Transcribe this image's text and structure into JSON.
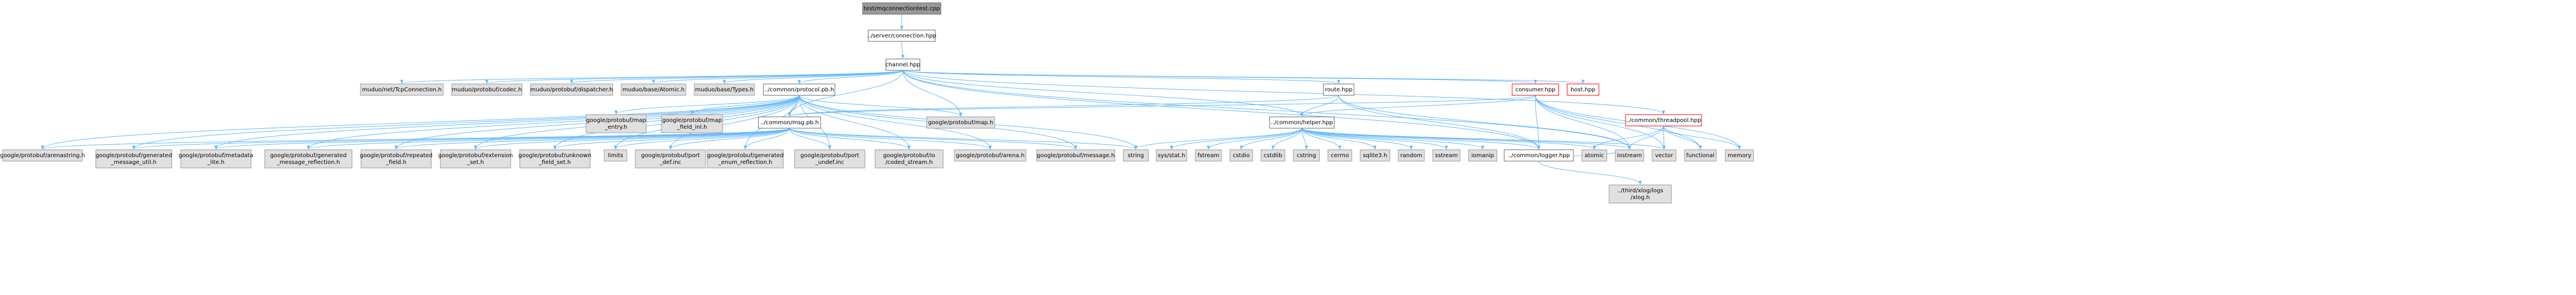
{
  "colors": {
    "edge": "#63b8ff",
    "root_fill": "#999999",
    "local_fill": "#ffffff",
    "local_stroke": "#666666",
    "system_fill": "#e0e0e0",
    "system_stroke": "#999999",
    "missing_stroke": "#ff0000"
  },
  "nodes": [
    {
      "id": "root",
      "kind": "root",
      "lines": [
        "test/mqconnectiontest.cpp"
      ]
    },
    {
      "id": "srvconn",
      "kind": "local",
      "lines": [
        "../server/connection.hpp"
      ]
    },
    {
      "id": "channel",
      "kind": "local",
      "lines": [
        "channel.hpp"
      ]
    },
    {
      "id": "tcpconn",
      "kind": "system",
      "lines": [
        "muduo/net/TcpConnection.h"
      ]
    },
    {
      "id": "codec",
      "kind": "system",
      "lines": [
        "muduo/protobuf/codec.h"
      ]
    },
    {
      "id": "dispatcher",
      "kind": "system",
      "lines": [
        "muduo/protobuf/dispatcher.h"
      ]
    },
    {
      "id": "atomic_h",
      "kind": "system",
      "lines": [
        "muduo/base/Atomic.h"
      ]
    },
    {
      "id": "types",
      "kind": "system",
      "lines": [
        "muduo/base/Types.h"
      ]
    },
    {
      "id": "protocol",
      "kind": "local",
      "lines": [
        "../common/protocol.pb.h"
      ]
    },
    {
      "id": "route",
      "kind": "local",
      "lines": [
        "route.hpp"
      ]
    },
    {
      "id": "consumer",
      "kind": "missing",
      "lines": [
        "consumer.hpp"
      ]
    },
    {
      "id": "host",
      "kind": "missing",
      "lines": [
        "host.hpp"
      ]
    },
    {
      "id": "threadpool",
      "kind": "missing",
      "lines": [
        "../common/threadpool.hpp"
      ]
    },
    {
      "id": "mapentry",
      "kind": "system",
      "lines": [
        "google/protobuf/map",
        "_entry.h"
      ]
    },
    {
      "id": "mapfieldinl",
      "kind": "system",
      "lines": [
        "google/protobuf/map",
        "_field_inl.h"
      ]
    },
    {
      "id": "pbmap",
      "kind": "system",
      "lines": [
        "google/protobuf/map.h"
      ]
    },
    {
      "id": "msg",
      "kind": "local",
      "lines": [
        "../common/msg.pb.h"
      ]
    },
    {
      "id": "helper",
      "kind": "local",
      "lines": [
        "../common/helper.hpp"
      ]
    },
    {
      "id": "arenastring",
      "kind": "system",
      "lines": [
        "google/protobuf/arenastring.h"
      ]
    },
    {
      "id": "genmsgutil",
      "kind": "system",
      "lines": [
        "google/protobuf/generated",
        "_message_util.h"
      ]
    },
    {
      "id": "metalite",
      "kind": "system",
      "lines": [
        "google/protobuf/metadata",
        "_lite.h"
      ]
    },
    {
      "id": "genmsgrefl",
      "kind": "system",
      "lines": [
        "google/protobuf/generated",
        "_message_reflection.h"
      ]
    },
    {
      "id": "repfield",
      "kind": "system",
      "lines": [
        "google/protobuf/repeated",
        "_field.h"
      ]
    },
    {
      "id": "extset",
      "kind": "system",
      "lines": [
        "google/protobuf/extension",
        "_set.h"
      ]
    },
    {
      "id": "unkfield",
      "kind": "system",
      "lines": [
        "google/protobuf/unknown",
        "_field_set.h"
      ]
    },
    {
      "id": "limits",
      "kind": "system",
      "lines": [
        "limits"
      ]
    },
    {
      "id": "portdef",
      "kind": "system",
      "lines": [
        "google/protobuf/port",
        "_def.inc"
      ]
    },
    {
      "id": "genenum",
      "kind": "system",
      "lines": [
        "google/protobuf/generated",
        "_enum_reflection.h"
      ]
    },
    {
      "id": "portundef",
      "kind": "system",
      "lines": [
        "google/protobuf/port",
        "_undef.inc"
      ]
    },
    {
      "id": "codedstream",
      "kind": "system",
      "lines": [
        "google/protobuf/io",
        "/coded_stream.h"
      ]
    },
    {
      "id": "arena",
      "kind": "system",
      "lines": [
        "google/protobuf/arena.h"
      ]
    },
    {
      "id": "message",
      "kind": "system",
      "lines": [
        "google/protobuf/message.h"
      ]
    },
    {
      "id": "string",
      "kind": "system",
      "lines": [
        "string"
      ]
    },
    {
      "id": "sysstat",
      "kind": "system",
      "lines": [
        "sys/stat.h"
      ]
    },
    {
      "id": "fstream",
      "kind": "system",
      "lines": [
        "fstream"
      ]
    },
    {
      "id": "cstdio",
      "kind": "system",
      "lines": [
        "cstdio"
      ]
    },
    {
      "id": "cstdlib",
      "kind": "system",
      "lines": [
        "cstdlib"
      ]
    },
    {
      "id": "cstring",
      "kind": "system",
      "lines": [
        "cstring"
      ]
    },
    {
      "id": "cerrno",
      "kind": "system",
      "lines": [
        "cerrno"
      ]
    },
    {
      "id": "sqlite3",
      "kind": "system",
      "lines": [
        "sqlite3.h"
      ]
    },
    {
      "id": "random",
      "kind": "system",
      "lines": [
        "random"
      ]
    },
    {
      "id": "sstream",
      "kind": "system",
      "lines": [
        "sstream"
      ]
    },
    {
      "id": "iomanip",
      "kind": "system",
      "lines": [
        "iomanip"
      ]
    },
    {
      "id": "logger",
      "kind": "local",
      "lines": [
        "../common/logger.hpp"
      ]
    },
    {
      "id": "atomic",
      "kind": "system",
      "lines": [
        "atomic"
      ]
    },
    {
      "id": "iostream",
      "kind": "system",
      "lines": [
        "iostream"
      ]
    },
    {
      "id": "vector",
      "kind": "system",
      "lines": [
        "vector"
      ]
    },
    {
      "id": "functional",
      "kind": "system",
      "lines": [
        "functional"
      ]
    },
    {
      "id": "memory",
      "kind": "system",
      "lines": [
        "memory"
      ]
    },
    {
      "id": "xlog",
      "kind": "system",
      "lines": [
        "../third/xlog/logs",
        "/xlog.h"
      ]
    }
  ],
  "edges": [
    [
      "root",
      "srvconn"
    ],
    [
      "srvconn",
      "channel"
    ],
    [
      "channel",
      "tcpconn"
    ],
    [
      "channel",
      "codec"
    ],
    [
      "channel",
      "dispatcher"
    ],
    [
      "channel",
      "atomic_h"
    ],
    [
      "channel",
      "types"
    ],
    [
      "channel",
      "protocol"
    ],
    [
      "channel",
      "route"
    ],
    [
      "channel",
      "consumer"
    ],
    [
      "channel",
      "host"
    ],
    [
      "channel",
      "threadpool"
    ],
    [
      "channel",
      "msg"
    ],
    [
      "channel",
      "helper"
    ],
    [
      "channel",
      "pbmap"
    ],
    [
      "channel",
      "logger"
    ],
    [
      "channel",
      "iostream"
    ],
    [
      "protocol",
      "mapentry"
    ],
    [
      "protocol",
      "mapfieldinl"
    ],
    [
      "protocol",
      "pbmap"
    ],
    [
      "protocol",
      "msg"
    ],
    [
      "protocol",
      "arenastring"
    ],
    [
      "protocol",
      "genmsgutil"
    ],
    [
      "protocol",
      "metalite"
    ],
    [
      "protocol",
      "genmsgrefl"
    ],
    [
      "protocol",
      "repfield"
    ],
    [
      "protocol",
      "extset"
    ],
    [
      "protocol",
      "unkfield"
    ],
    [
      "protocol",
      "limits"
    ],
    [
      "protocol",
      "portdef"
    ],
    [
      "protocol",
      "genenum"
    ],
    [
      "protocol",
      "portundef"
    ],
    [
      "protocol",
      "codedstream"
    ],
    [
      "protocol",
      "arena"
    ],
    [
      "protocol",
      "message"
    ],
    [
      "protocol",
      "string"
    ],
    [
      "route",
      "msg"
    ],
    [
      "route",
      "helper"
    ],
    [
      "route",
      "logger"
    ],
    [
      "route",
      "iostream"
    ],
    [
      "consumer",
      "msg"
    ],
    [
      "consumer",
      "helper"
    ],
    [
      "consumer",
      "logger"
    ],
    [
      "consumer",
      "iostream"
    ],
    [
      "consumer",
      "vector"
    ],
    [
      "consumer",
      "functional"
    ],
    [
      "consumer",
      "memory"
    ],
    [
      "threadpool",
      "atomic"
    ],
    [
      "threadpool",
      "iostream"
    ],
    [
      "threadpool",
      "vector"
    ],
    [
      "threadpool",
      "functional"
    ],
    [
      "threadpool",
      "memory"
    ],
    [
      "msg",
      "arenastring"
    ],
    [
      "msg",
      "genmsgutil"
    ],
    [
      "msg",
      "metalite"
    ],
    [
      "msg",
      "genmsgrefl"
    ],
    [
      "msg",
      "repfield"
    ],
    [
      "msg",
      "extset"
    ],
    [
      "msg",
      "unkfield"
    ],
    [
      "msg",
      "limits"
    ],
    [
      "msg",
      "portdef"
    ],
    [
      "msg",
      "genenum"
    ],
    [
      "msg",
      "portundef"
    ],
    [
      "msg",
      "codedstream"
    ],
    [
      "msg",
      "arena"
    ],
    [
      "msg",
      "message"
    ],
    [
      "msg",
      "string"
    ],
    [
      "helper",
      "string"
    ],
    [
      "helper",
      "sysstat"
    ],
    [
      "helper",
      "fstream"
    ],
    [
      "helper",
      "cstdio"
    ],
    [
      "helper",
      "cstdlib"
    ],
    [
      "helper",
      "cstring"
    ],
    [
      "helper",
      "cerrno"
    ],
    [
      "helper",
      "sqlite3"
    ],
    [
      "helper",
      "random"
    ],
    [
      "helper",
      "sstream"
    ],
    [
      "helper",
      "iomanip"
    ],
    [
      "helper",
      "logger"
    ],
    [
      "helper",
      "atomic"
    ],
    [
      "helper",
      "iostream"
    ],
    [
      "helper",
      "vector"
    ],
    [
      "logger",
      "iostream"
    ],
    [
      "logger",
      "xlog"
    ]
  ]
}
